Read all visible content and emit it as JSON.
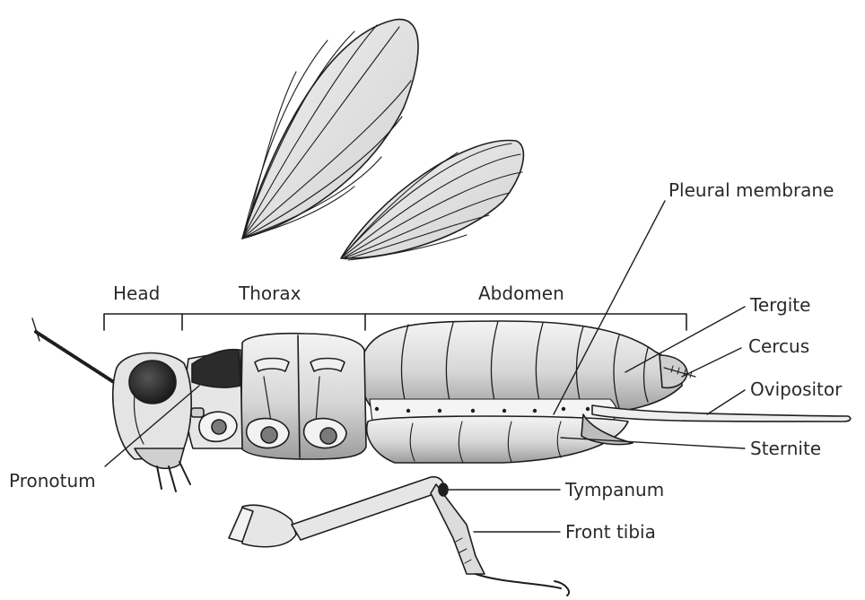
{
  "labels": {
    "head": "Head",
    "thorax": "Thorax",
    "abdomen": "Abdomen",
    "pleural_membrane": "Pleural membrane",
    "tergite": "Tergite",
    "cercus": "Cercus",
    "ovipositor": "Ovipositor",
    "sternite": "Sternite",
    "pronotum": "Pronotum",
    "tympanum": "Tympanum",
    "front_tibia": "Front tibia"
  },
  "colors": {
    "stroke": "#1e1e1e",
    "body_fill": "#dcdcdc",
    "light_fill": "#eeeeee",
    "dark_fill": "#2b2b2b"
  }
}
